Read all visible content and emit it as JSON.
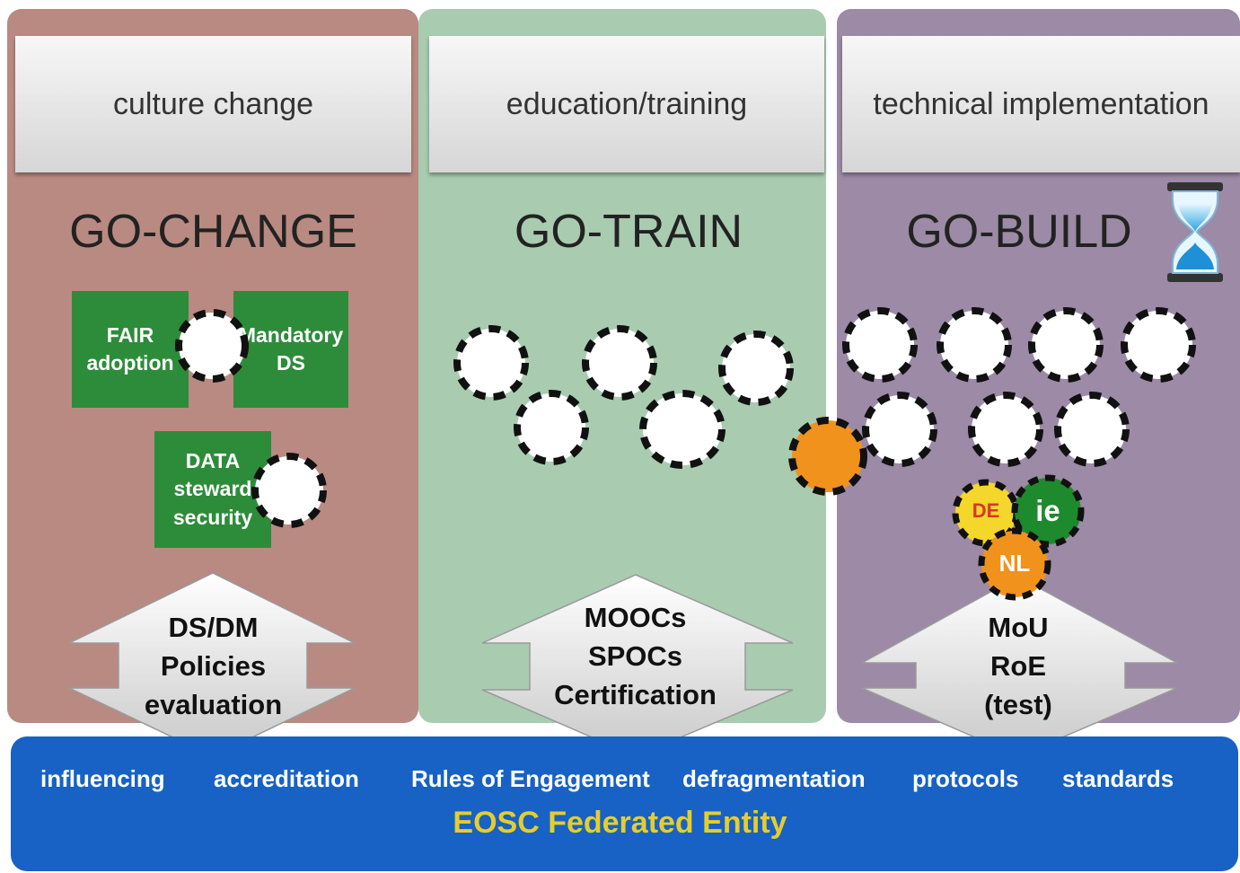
{
  "columns": [
    {
      "header": "culture change",
      "title": "GO-CHANGE",
      "boxes": [
        "FAIR\nadoption",
        "Mandatory\nDS",
        "DATA\nsteward\nsecurity"
      ],
      "arrow": [
        "DS/DM",
        "Policies",
        "evaluation"
      ]
    },
    {
      "header": "education/training",
      "title": "GO-TRAIN",
      "arrow": [
        "MOOCs",
        "SPOCs",
        "Certification"
      ]
    },
    {
      "header": "technical implementation",
      "title": "GO-BUILD",
      "badges": [
        "DE",
        "ie",
        "NL"
      ],
      "arrow": [
        "MoU",
        "RoE",
        "(test)"
      ]
    }
  ],
  "band": {
    "terms": [
      "influencing",
      "accreditation",
      "Rules of Engagement",
      "defragmentation",
      "protocols",
      "standards"
    ],
    "entity": "EOSC Federated Entity"
  },
  "icons": {
    "hourglass": "hourglass-icon"
  },
  "colors": {
    "change": "#b98a82",
    "train": "#a9cbb0",
    "build": "#9c8aa6",
    "band": "#1762c4",
    "entity_text": "#e6cd2e",
    "box": "#2d8c3a",
    "orange": "#f0921c",
    "yellow": "#f5d62a",
    "green_badge": "#1e8a2e"
  }
}
